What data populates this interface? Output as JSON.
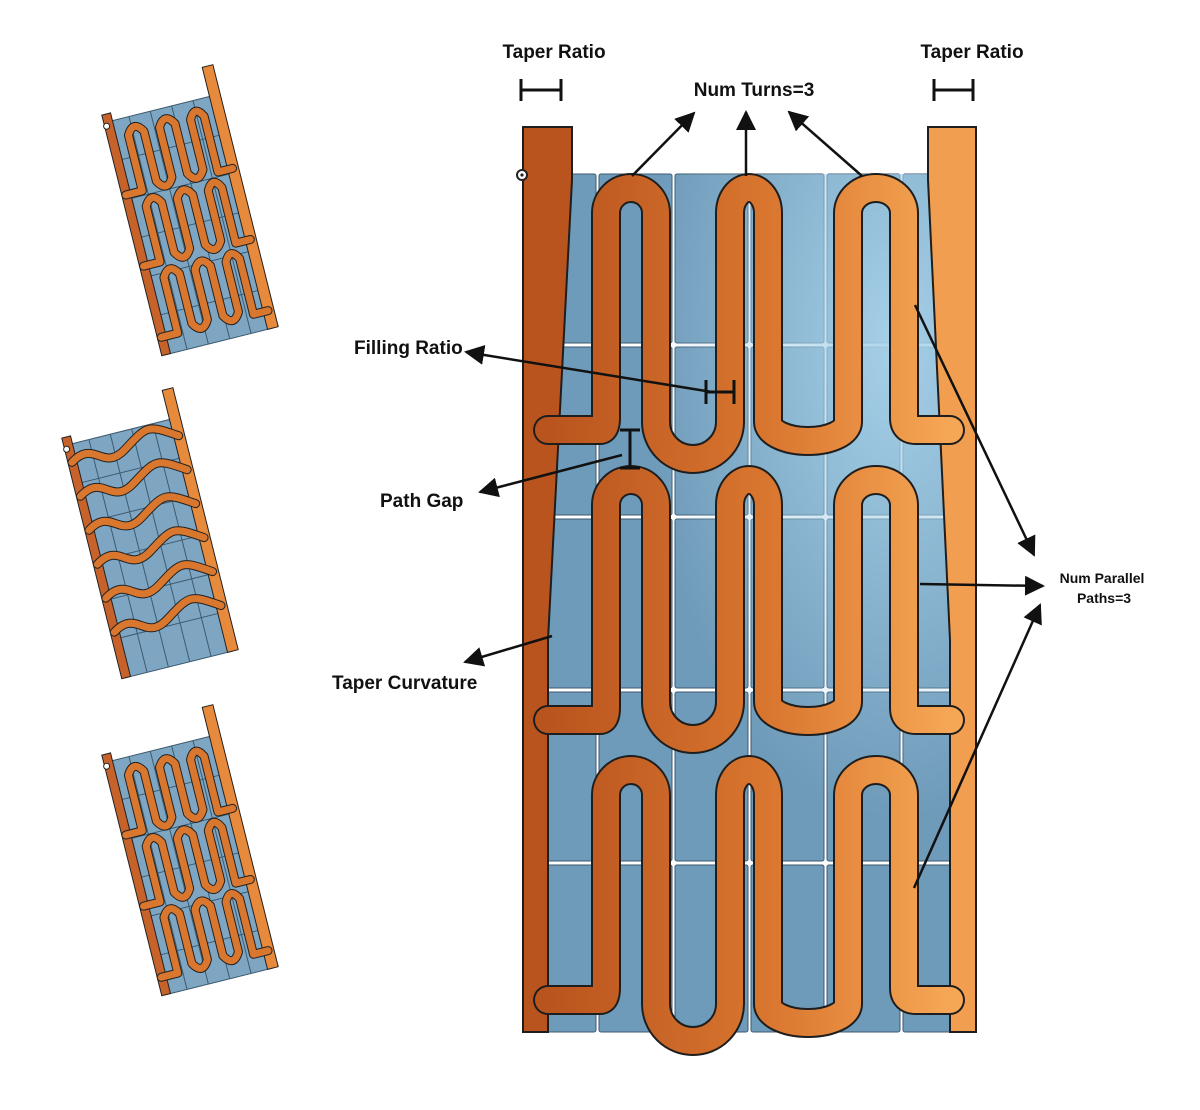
{
  "labels": {
    "taper_ratio_left": "Taper Ratio",
    "taper_ratio_right": "Taper Ratio",
    "num_turns": "Num Turns=3",
    "filling_ratio": "Filling Ratio",
    "path_gap": "Path Gap",
    "taper_curvature": "Taper Curvature",
    "num_parallel_line1": "Num Parallel",
    "num_parallel_line2": "Paths=3"
  },
  "parameters": {
    "num_turns": 3,
    "num_parallel_paths": 3
  },
  "colors": {
    "copper_left": "#b9541e",
    "copper_right": "#f4a352",
    "tile_blue": "#6f9bba",
    "tile_light": "#a9d3ea",
    "outline": "#1e1e1e",
    "arrow": "#111111"
  },
  "thumbnails": [
    {
      "variant": "tall-serpentine"
    },
    {
      "variant": "wave-serpentine"
    },
    {
      "variant": "short-serpentine"
    }
  ]
}
